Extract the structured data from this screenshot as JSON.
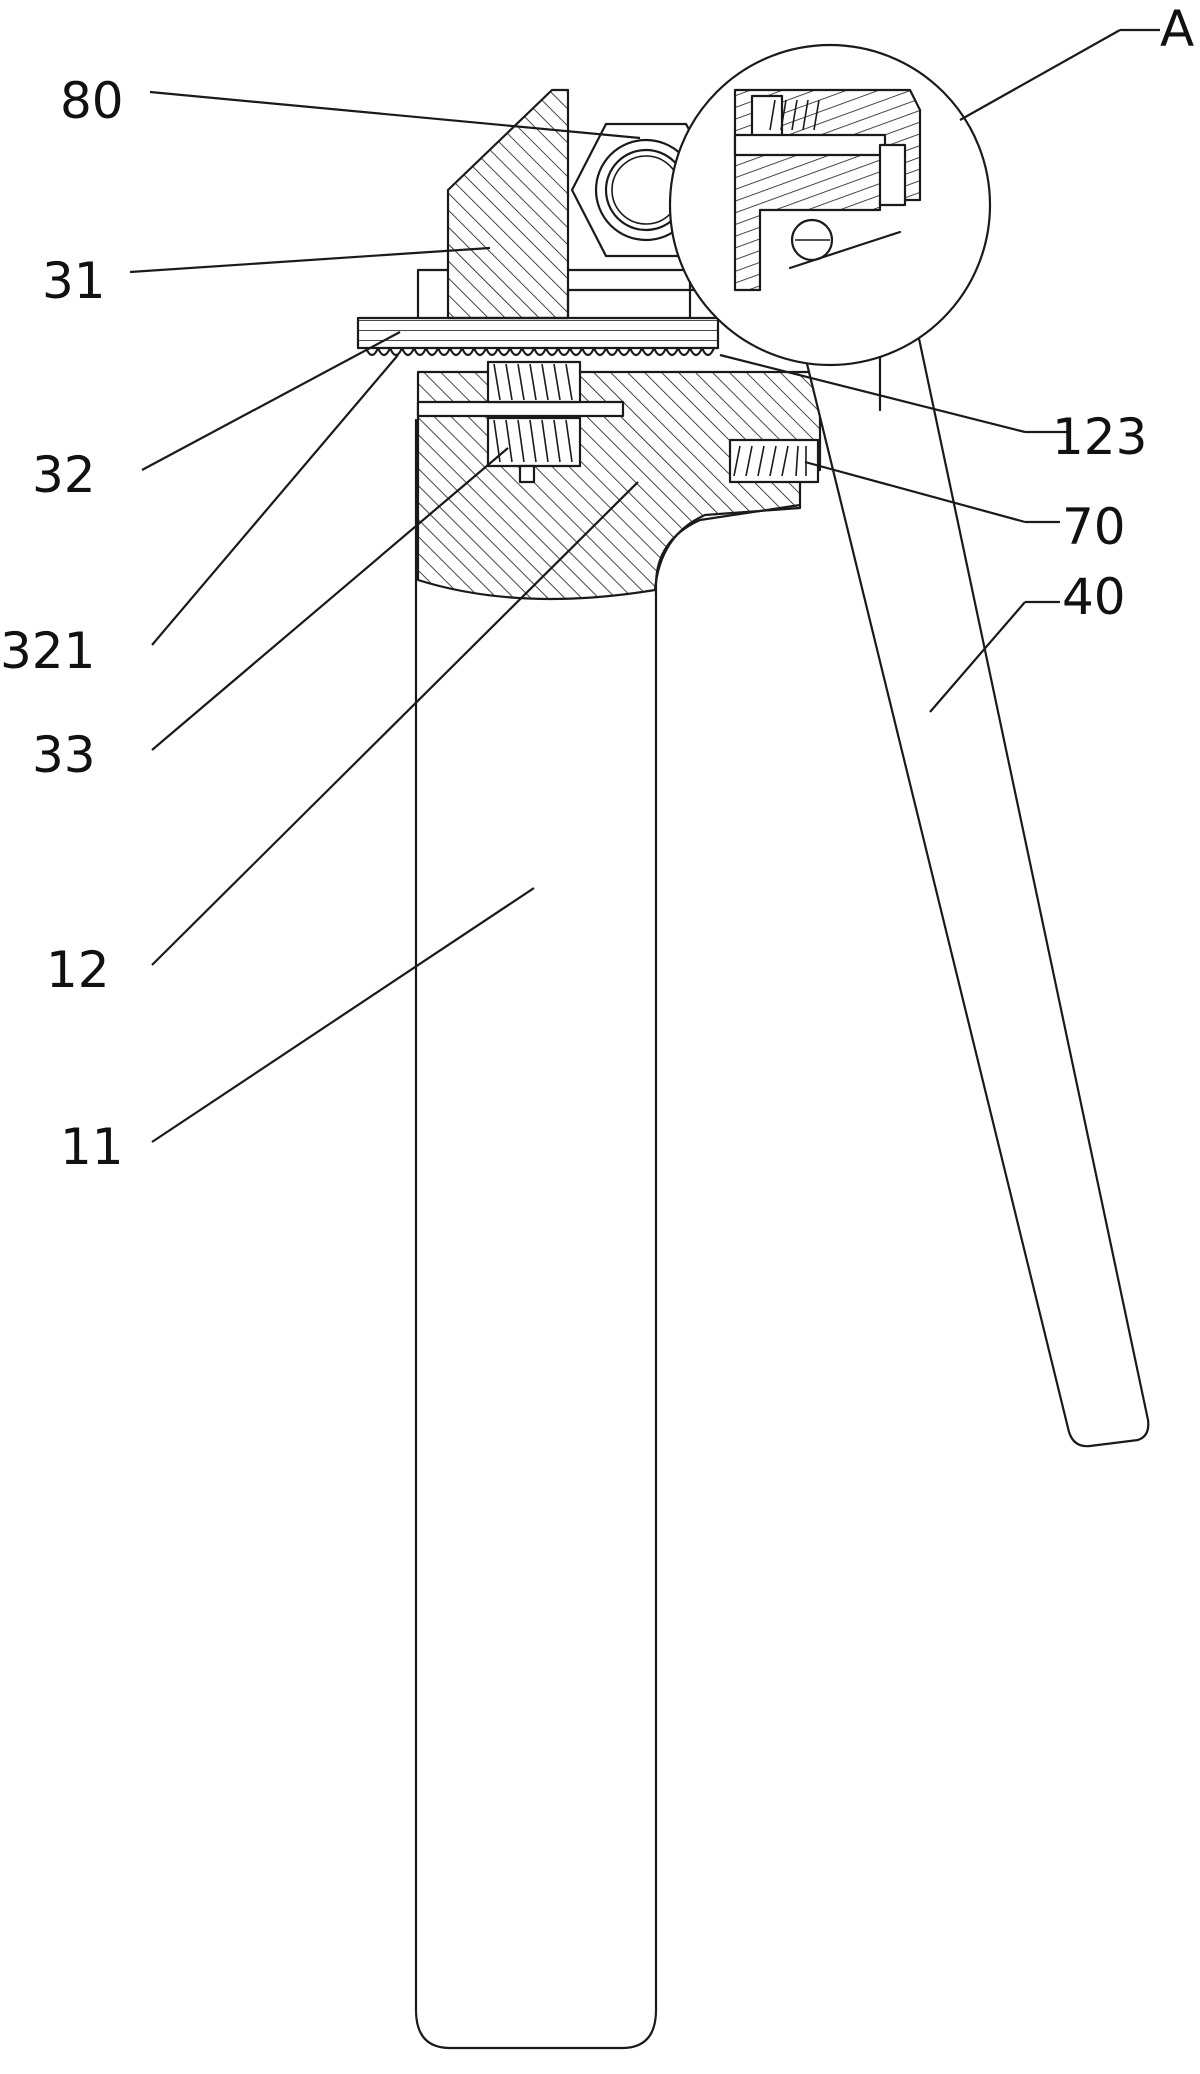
{
  "labels": {
    "l80": "80",
    "l31": "31",
    "l32": "32",
    "l321": "321",
    "l33": "33",
    "l12": "12",
    "l11": "11",
    "lA": "A",
    "l123": "123",
    "l70": "70",
    "l40": "40"
  }
}
